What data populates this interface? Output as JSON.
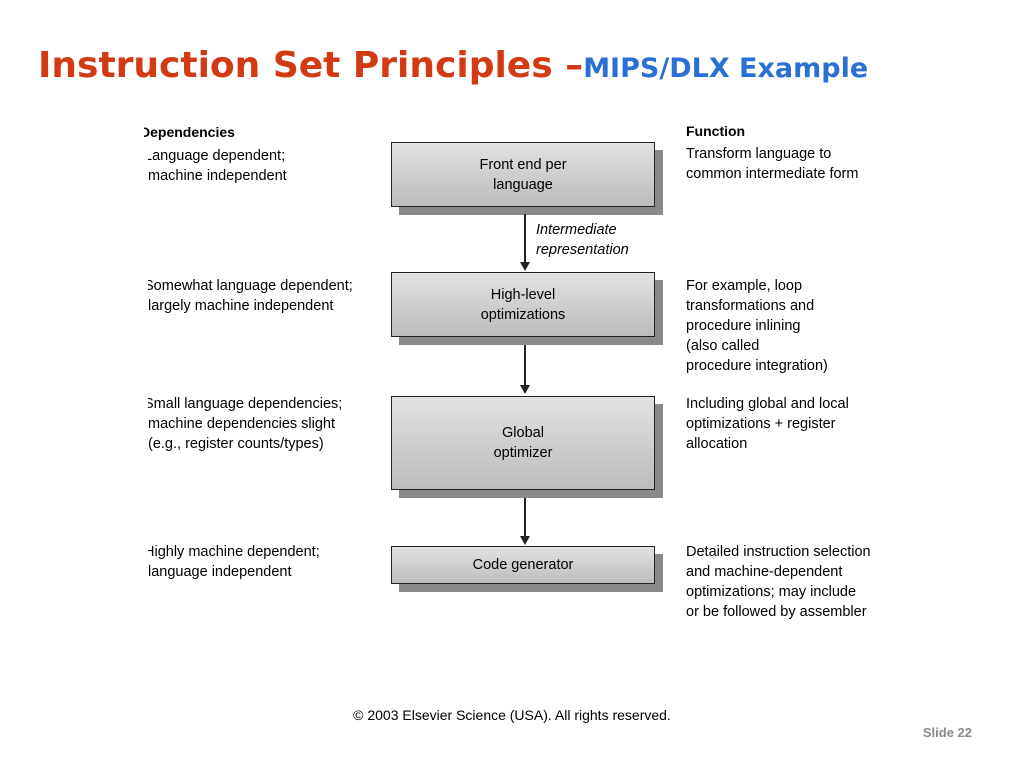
{
  "title": {
    "main": "Instruction Set Principles –",
    "sub": "MIPS/DLX Example"
  },
  "headers": {
    "dependencies": "Dependencies",
    "function": "Function"
  },
  "stages": [
    {
      "box": "Front end per\nlanguage",
      "dependency": "Language dependent;\nmachine independent",
      "function": "Transform language to\ncommon intermediate form"
    },
    {
      "box": "High-level\noptimizations",
      "dependency": "Somewhat language dependent;\nlargely machine independent",
      "function": "For example, loop\ntransformations and\nprocedure inlining\n(also called\nprocedure integration)"
    },
    {
      "box": "Global\noptimizer",
      "dependency": "Small language dependencies;\nmachine dependencies slight\n(e.g., register counts/types)",
      "function": "Including global and local\noptimizations + register\nallocation"
    },
    {
      "box": "Code generator",
      "dependency": "Highly machine dependent;\nlanguage independent",
      "function": "Detailed instruction selection\nand machine-dependent\noptimizations; may include\nor be followed by assembler"
    }
  ],
  "arrow_label": "Intermediate\nrepresentation",
  "footer": {
    "copyright": "© 2003 Elsevier Science (USA). All rights reserved.",
    "slide": "Slide 22"
  }
}
